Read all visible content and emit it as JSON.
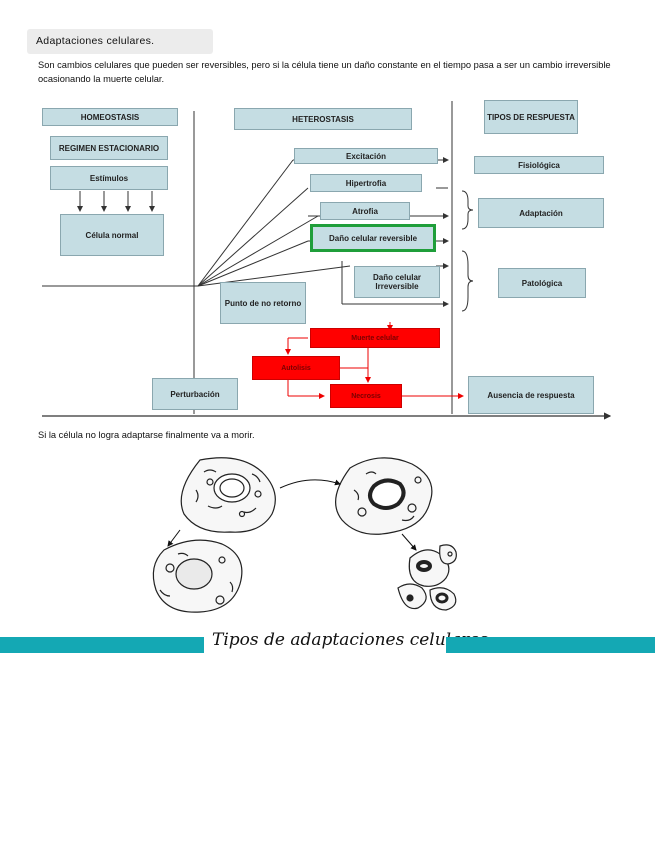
{
  "section": {
    "heading": "Adaptaciones celulares.",
    "intro": "Son cambios celulares que pueden ser reversibles, pero si la célula tiene un daño constante en el tiempo pasa a ser un cambio irreversible ocasionando la muerte celular."
  },
  "diagram": {
    "homeostasis": "HOMEOSTASIS",
    "regimen": "REGIMEN ESTACIONARIO",
    "estimulos": "Estímulos",
    "celula_normal": "Célula normal",
    "heterostasis": "HETEROSTASIS",
    "tipos_respuesta": "TIPOS DE RESPUESTA",
    "excitacion": "Excitación",
    "hipertrofia": "Hipertrofia",
    "atrofia": "Atrofia",
    "dano_reversible": "Daño celular reversible",
    "dano_irreversible": "Daño celular Irreversible",
    "punto_no_retorno": "Punto de no retorno",
    "muerte_celular": "Muerte celular",
    "autolisis": "Autolisis",
    "necrosis": "Necrosis",
    "perturbacion": "Perturbación",
    "fisiologica": "Fisiológica",
    "adaptacion": "Adaptación",
    "patologica": "Patológica",
    "ausencia": "Ausencia de respuesta"
  },
  "caption": "Si la célula no logra adaptarse finalmente va a morir.",
  "banner": {
    "title": "Tipos de adaptaciones celulares.",
    "color": "#14a8b4"
  }
}
